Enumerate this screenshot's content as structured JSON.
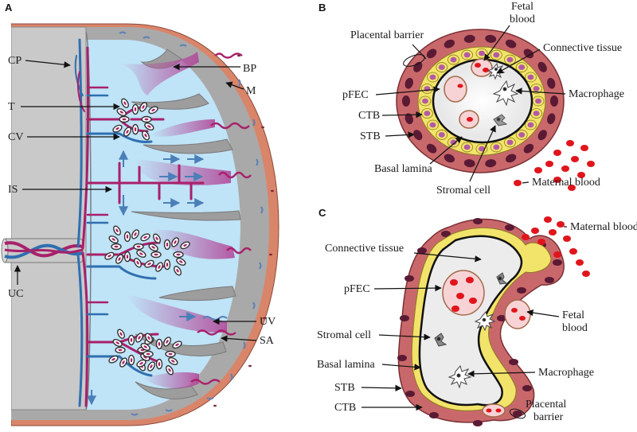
{
  "colors": {
    "uterine_wall": "#d9856a",
    "decidua": "#b0b0b0",
    "chorionic_plate": "#c8c8c8",
    "intervillous_space": "#bfe3f7",
    "maternal_blood_plume": "#b24a9a",
    "fetal_artery": "#a8206a",
    "fetal_vein": "#2f6fb0",
    "villus_stroma": "#e6e6e6",
    "syncytiotrophoblast": "#c9686b",
    "cytotrophoblast": "#f2e46a",
    "cytotrophoblast_nucleus": "#b45aa4",
    "stb_nucleus": "#5a1a34",
    "red_blood_cell": "#e0151b",
    "fetal_capillary": "#f7d3d6"
  },
  "panelA": {
    "letter": "A",
    "labels": {
      "cp": "CP",
      "t": "T",
      "cv": "CV",
      "is": "IS",
      "uc": "UC",
      "bp": "BP",
      "m": "M",
      "uv": "UV",
      "sa": "SA"
    }
  },
  "panelB": {
    "letter": "B",
    "labels": {
      "fetal_blood": [
        "Fetal",
        "blood"
      ],
      "placental_barrier": "Placental barrier",
      "connective_tissue": "Connective tissue",
      "pfec": "pFEC",
      "macrophage": "Macrophage",
      "ctb": "CTB",
      "stb": "STB",
      "basal_lamina": "Basal lamina",
      "stromal_cell": "Stromal cell",
      "maternal_blood": "Maternal blood"
    }
  },
  "panelC": {
    "letter": "C",
    "labels": {
      "maternal_blood": "Maternal blood",
      "connective_tissue": "Connective tissue",
      "pfec": "pFEC",
      "fetal_blood": [
        "Fetal",
        "blood"
      ],
      "stromal_cell": "Stromal cell",
      "basal_lamina": "Basal lamina",
      "macrophage": "Macrophage",
      "stb": "STB",
      "ctb": "CTB",
      "placental_barrier": [
        "Placental",
        "barrier"
      ]
    }
  }
}
